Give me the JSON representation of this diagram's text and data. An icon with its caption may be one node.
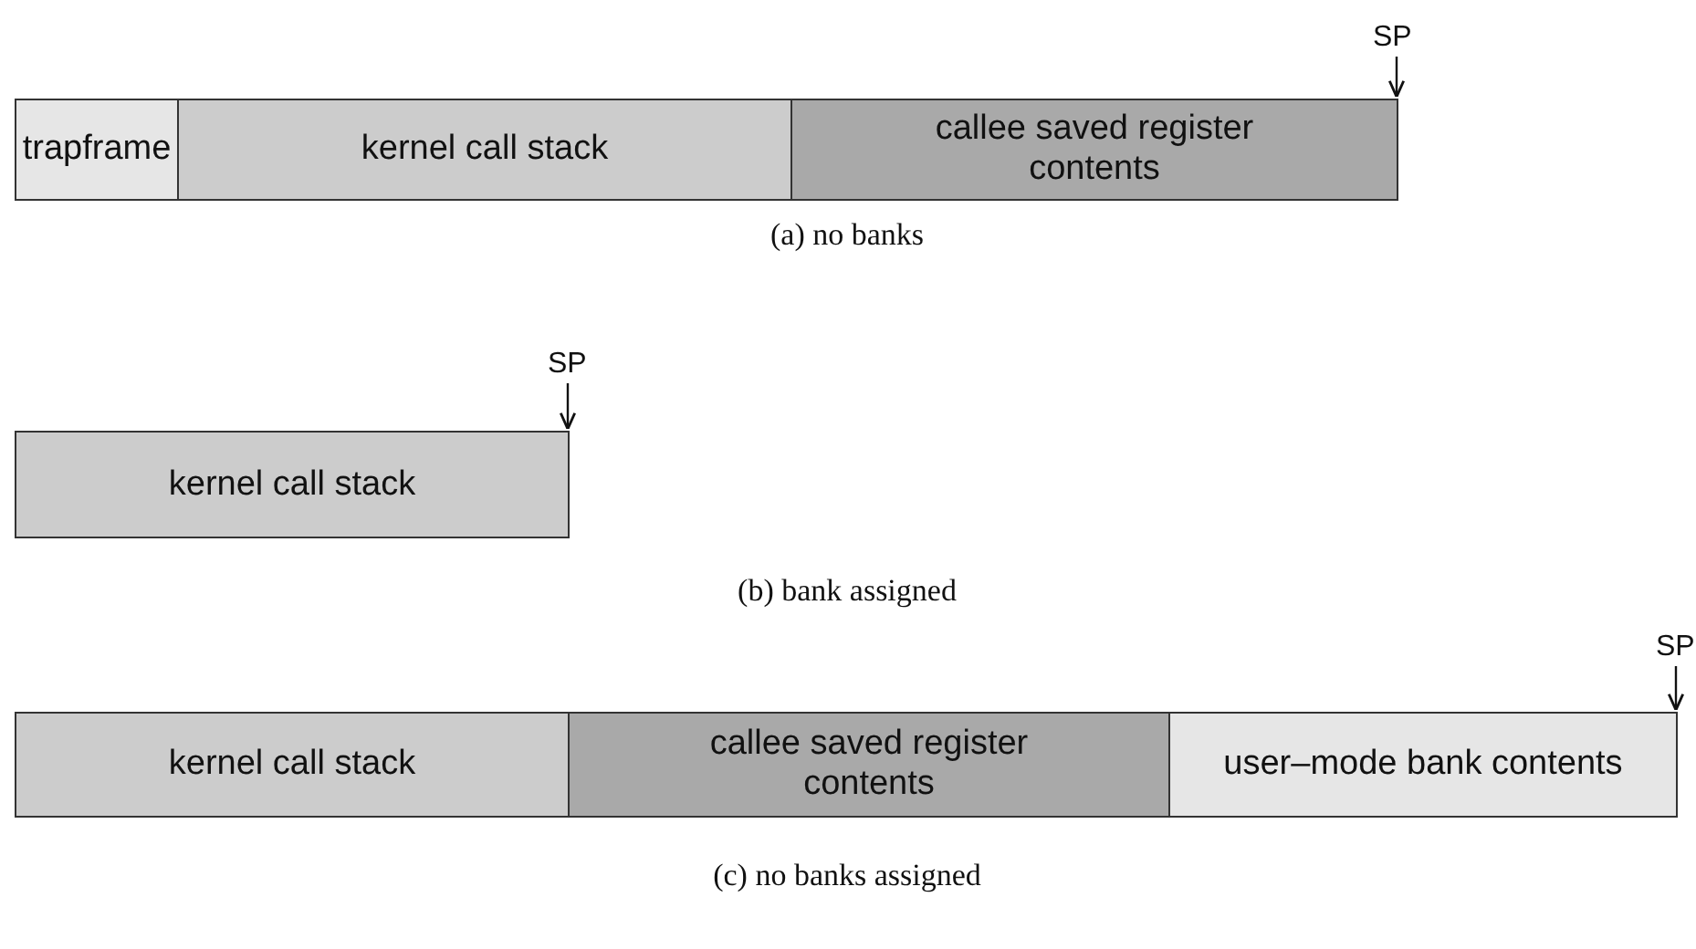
{
  "diagram": {
    "nodes": [
      {
        "text": [
          "SP"
        ]
      },
      {
        "text": [
          "trapframe"
        ]
      },
      {
        "text": [
          "kernel call stack"
        ]
      },
      {
        "text": [
          "callee saved register contents"
        ]
      },
      {
        "text": [
          "SP"
        ]
      },
      {
        "text": [
          "kernel call stack"
        ]
      },
      {
        "text": [
          "SP"
        ]
      },
      {
        "text": [
          "kernel call stack"
        ]
      },
      {
        "text": [
          "callee saved register contents"
        ]
      },
      {
        "text": [
          "user–mode bank contents"
        ]
      }
    ],
    "edges": [
      {
        "from": 0,
        "to": 3,
        "arrow": "to"
      },
      {
        "from": 4,
        "to": 5,
        "arrow": "to"
      },
      {
        "from": 6,
        "to": 9,
        "arrow": "to"
      }
    ],
    "labels": [
      "(a) no banks",
      "(b) bank assigned",
      "(c) no banks assigned"
    ]
  }
}
